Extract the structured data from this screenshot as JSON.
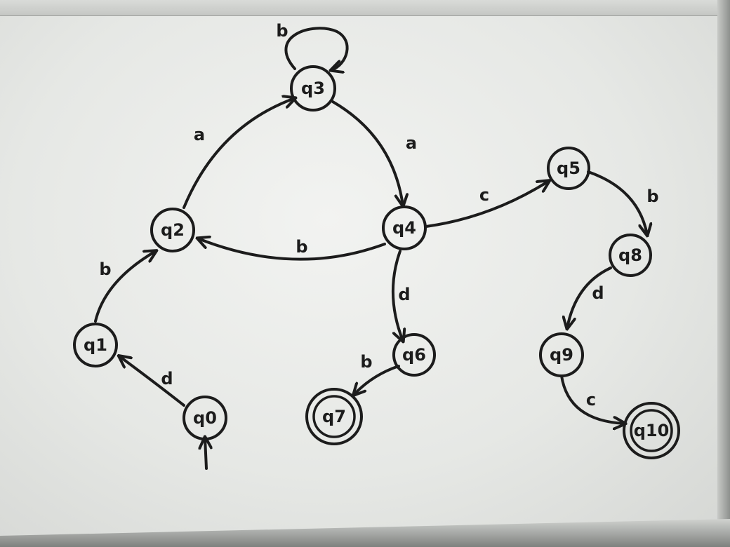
{
  "diagram": {
    "states": [
      {
        "id": "q0",
        "label": "q0",
        "accepting": false,
        "initial": true
      },
      {
        "id": "q1",
        "label": "q1",
        "accepting": false
      },
      {
        "id": "q2",
        "label": "q2",
        "accepting": false
      },
      {
        "id": "q3",
        "label": "q3",
        "accepting": false
      },
      {
        "id": "q4",
        "label": "q4",
        "accepting": false
      },
      {
        "id": "q5",
        "label": "q5",
        "accepting": false
      },
      {
        "id": "q6",
        "label": "q6",
        "accepting": false
      },
      {
        "id": "q7",
        "label": "q7",
        "accepting": true
      },
      {
        "id": "q8",
        "label": "q8",
        "accepting": false
      },
      {
        "id": "q9",
        "label": "q9",
        "accepting": false
      },
      {
        "id": "q10",
        "label": "q10",
        "accepting": true
      }
    ],
    "transitions": [
      {
        "from": "q0",
        "to": "q1",
        "symbol": "d"
      },
      {
        "from": "q1",
        "to": "q2",
        "symbol": "b"
      },
      {
        "from": "q2",
        "to": "q3",
        "symbol": "a"
      },
      {
        "from": "q3",
        "to": "q3",
        "symbol": "b"
      },
      {
        "from": "q3",
        "to": "q4",
        "symbol": "a"
      },
      {
        "from": "q4",
        "to": "q2",
        "symbol": "b"
      },
      {
        "from": "q4",
        "to": "q5",
        "symbol": "c"
      },
      {
        "from": "q4",
        "to": "q6",
        "symbol": "d"
      },
      {
        "from": "q6",
        "to": "q7",
        "symbol": "b"
      },
      {
        "from": "q5",
        "to": "q8",
        "symbol": "b"
      },
      {
        "from": "q8",
        "to": "q9",
        "symbol": "d"
      },
      {
        "from": "q9",
        "to": "q10",
        "symbol": "c"
      }
    ]
  }
}
